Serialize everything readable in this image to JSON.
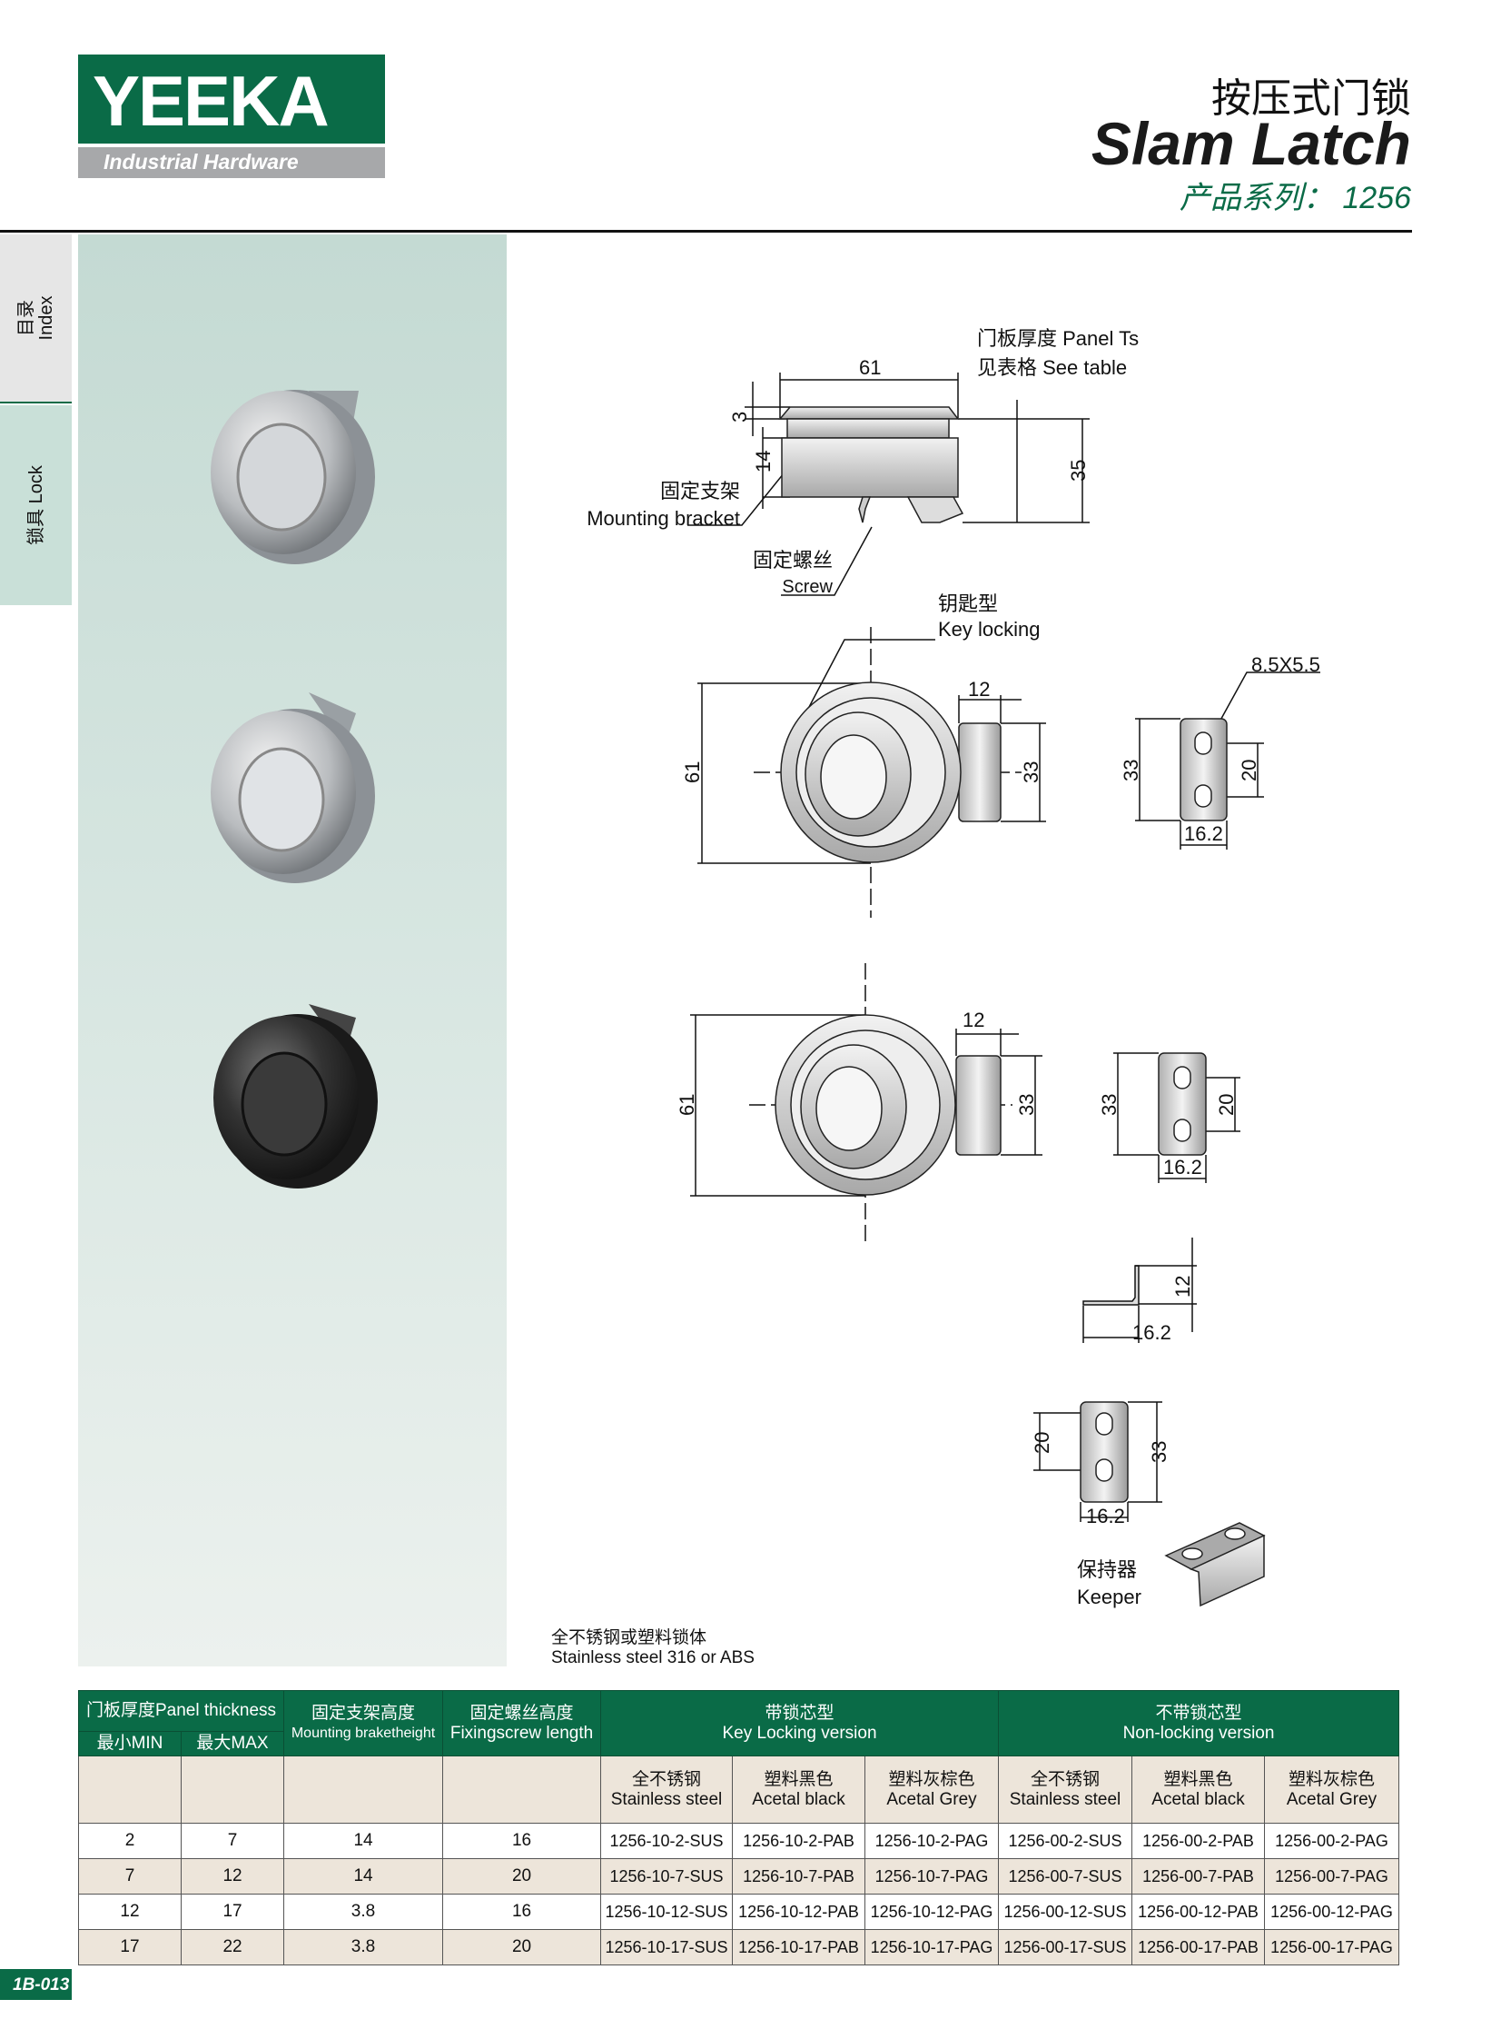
{
  "logo": {
    "brand": "YEEKA",
    "tagline": "Industrial Hardware"
  },
  "header": {
    "title_cn": "按压式门锁",
    "title_en": "Slam Latch",
    "series": "产品系列： 1256"
  },
  "sidebar": {
    "index_cn": "目录",
    "index_en": "Index",
    "lock_cn": "锁具",
    "lock_en": "Lock"
  },
  "drawing": {
    "panel_ts_cn": "门板厚度 Panel Ts",
    "panel_ts_en": "见表格 See table",
    "mounting_cn": "固定支架",
    "mounting_en": "Mounting bracket",
    "screw_cn": "固定螺丝",
    "screw_en": "Screw",
    "key_cn": "钥匙型",
    "key_en": "Key locking",
    "keeper_cn": "保持器",
    "keeper_en": "Keeper",
    "material_cn": "全不锈钢或塑料锁体",
    "material_en": "Stainless steel 316 or ABS",
    "dims": {
      "d61": "61",
      "d3": "3",
      "d14": "14",
      "d35": "35",
      "d12": "12",
      "d33": "33",
      "d20": "20",
      "d16_2": "16.2",
      "slot": "8.5X5.5"
    }
  },
  "table": {
    "h_panel": "门板厚度Panel thickness",
    "h_min": "最小MIN",
    "h_max": "最大MAX",
    "h_bracket_cn": "固定支架高度",
    "h_bracket_en": "Mounting braketheight",
    "h_screw_cn": "固定螺丝高度",
    "h_screw_en": "Fixingscrew length",
    "h_key_cn": "带锁芯型",
    "h_key_en": "Key Locking version",
    "h_non_cn": "不带锁芯型",
    "h_non_en": "Non-locking version",
    "materials": [
      {
        "cn": "全不锈钢",
        "en": "Stainless steel"
      },
      {
        "cn": "塑料黑色",
        "en": "Acetal black"
      },
      {
        "cn": "塑料灰棕色",
        "en": "Acetal Grey"
      },
      {
        "cn": "全不锈钢",
        "en": "Stainless steel"
      },
      {
        "cn": "塑料黑色",
        "en": "Acetal black"
      },
      {
        "cn": "塑料灰棕色",
        "en": "Acetal Grey"
      }
    ],
    "rows": [
      [
        "2",
        "7",
        "14",
        "16",
        "1256-10-2-SUS",
        "1256-10-2-PAB",
        "1256-10-2-PAG",
        "1256-00-2-SUS",
        "1256-00-2-PAB",
        "1256-00-2-PAG"
      ],
      [
        "7",
        "12",
        "14",
        "20",
        "1256-10-7-SUS",
        "1256-10-7-PAB",
        "1256-10-7-PAG",
        "1256-00-7-SUS",
        "1256-00-7-PAB",
        "1256-00-7-PAG"
      ],
      [
        "12",
        "17",
        "3.8",
        "16",
        "1256-10-12-SUS",
        "1256-10-12-PAB",
        "1256-10-12-PAG",
        "1256-00-12-SUS",
        "1256-00-12-PAB",
        "1256-00-12-PAG"
      ],
      [
        "17",
        "22",
        "3.8",
        "20",
        "1256-10-17-SUS",
        "1256-10-17-PAB",
        "1256-10-17-PAG",
        "1256-00-17-SUS",
        "1256-00-17-PAB",
        "1256-00-17-PAG"
      ]
    ]
  },
  "footer": {
    "page": "1B-013"
  },
  "colors": {
    "brand_green": "#0a6b47",
    "beige": "#ede5da",
    "logo_grey": "#a7a8aa"
  }
}
